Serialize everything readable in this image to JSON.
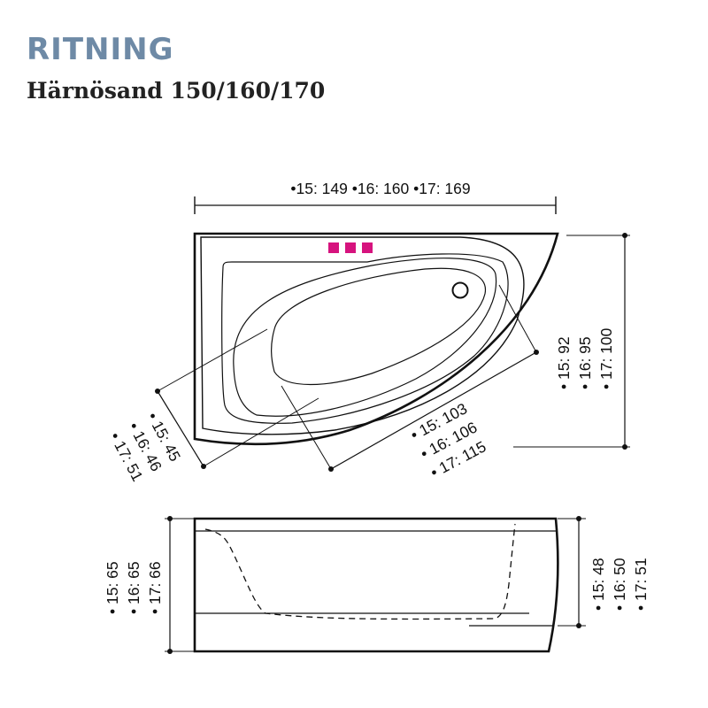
{
  "header": {
    "title": "RITNING",
    "subtitle": "Härnösand 150/160/170"
  },
  "colors": {
    "title": "#6e8aa6",
    "outline": "#111111",
    "controls": "#d6137e"
  },
  "top_view": {
    "width_label": "•15: 149 •16: 160 •17: 169",
    "depth_labels": [
      "• 15: 92",
      "• 16: 95",
      "• 17: 100"
    ],
    "long_diag_labels": [
      "• 15: 103",
      "• 16: 106",
      "• 17: 115"
    ],
    "short_diag_labels": [
      "• 15: 45",
      "• 16: 46",
      "• 17: 51"
    ]
  },
  "side_view": {
    "height_labels": [
      "• 15: 65",
      "• 16: 65",
      "• 17: 66"
    ],
    "inner_depth_labels": [
      "• 15: 48",
      "• 16: 50",
      "• 17: 51"
    ]
  }
}
